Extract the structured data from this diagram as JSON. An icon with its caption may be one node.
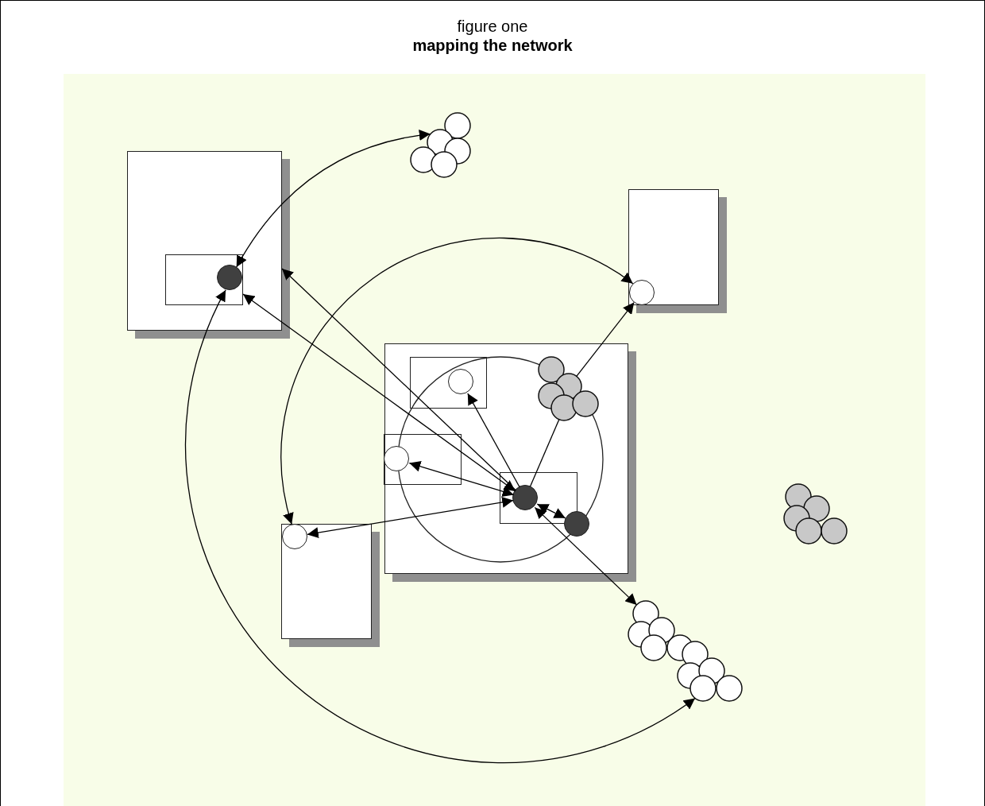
{
  "diagram": {
    "title": "mapping the network",
    "labels": [
      "figure one"
    ],
    "nodes": [
      {
        "text": [],
        "shape": "box"
      },
      {
        "text": [],
        "shape": "box",
        "in": 0
      },
      {
        "text": [],
        "shape": "circle",
        "in": 1
      },
      {
        "text": [],
        "shape": "circles"
      },
      {
        "text": [],
        "shape": "box"
      },
      {
        "text": [],
        "shape": "circle",
        "in": 4
      },
      {
        "text": [],
        "shape": "box"
      },
      {
        "text": [],
        "shape": "box",
        "in": 6
      },
      {
        "text": [],
        "shape": "circle",
        "in": 7
      },
      {
        "text": [],
        "shape": "circles",
        "in": 6
      },
      {
        "text": [],
        "shape": "box",
        "in": 6
      },
      {
        "text": [],
        "shape": "circle",
        "in": 10
      },
      {
        "text": [],
        "shape": "box",
        "in": 6
      },
      {
        "text": [],
        "shape": "circle",
        "in": 12
      },
      {
        "text": [],
        "shape": "circle",
        "in": 6
      },
      {
        "text": [],
        "shape": "box"
      },
      {
        "text": [],
        "shape": "circle",
        "in": 15
      },
      {
        "text": [],
        "shape": "circles"
      },
      {
        "text": [],
        "shape": "circles"
      }
    ],
    "edges": [
      {
        "from": 13,
        "to": 0,
        "arrow": "to"
      },
      {
        "from": 1,
        "to": 13,
        "arrow": "both"
      },
      {
        "from": 11,
        "to": 13,
        "arrow": "both"
      },
      {
        "from": 16,
        "to": 13,
        "arrow": "both"
      },
      {
        "from": 13,
        "to": 8,
        "arrow": "to"
      },
      {
        "from": 13,
        "to": 9,
        "arrow": "none"
      },
      {
        "from": 9,
        "to": 5,
        "arrow": "to"
      },
      {
        "from": 13,
        "to": 14,
        "arrow": "both"
      },
      {
        "from": 18,
        "to": 13,
        "arrow": "both"
      },
      {
        "from": 2,
        "to": 18,
        "arrow": "both"
      },
      {
        "from": 2,
        "to": 3,
        "arrow": "both"
      },
      {
        "from": 5,
        "to": 16,
        "arrow": "both"
      }
    ]
  }
}
